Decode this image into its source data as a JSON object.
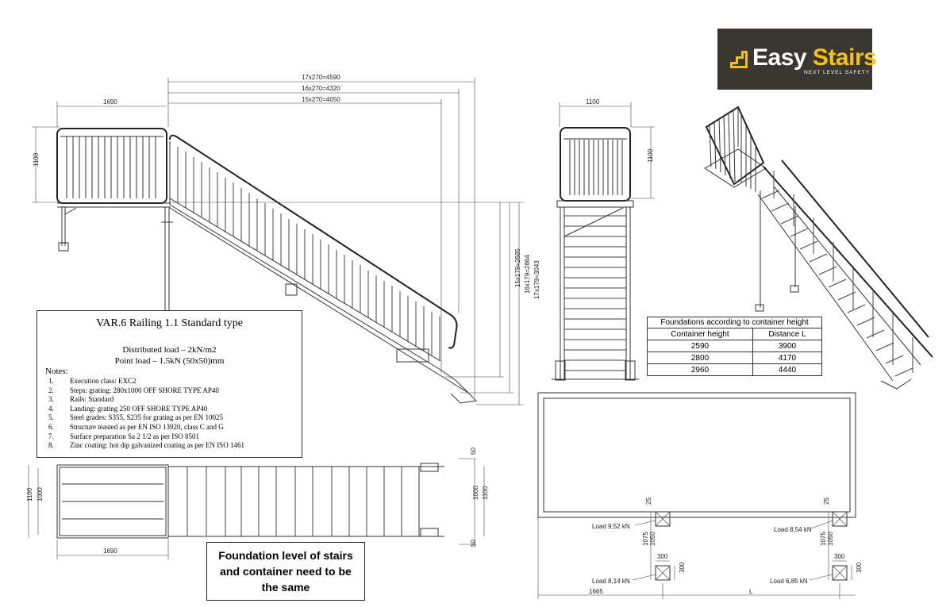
{
  "logo": {
    "word1": "Easy",
    "word2": "Stairs",
    "tagline": "NEXT LEVEL SAFETY",
    "accent": "#f4c21a",
    "bg": "#3a3631"
  },
  "side_view": {
    "dim_17": "17x270=4590",
    "dim_16": "16x270=4320",
    "dim_15": "15x270=4050",
    "dim_landing": "1690",
    "dim_height": "1100",
    "dim_v15": "15x179=2685",
    "dim_v16": "16x179=2864",
    "dim_v17": "17x179=3043"
  },
  "front_view": {
    "dim_width": "1100",
    "dim_height": "1100"
  },
  "notes": {
    "title": "VAR.6 Railing 1.1 Standard  type",
    "load_distributed": "Distributed load – 2kN/m2",
    "load_point": "Point load – 1.5kN (50x50)mm",
    "label": "Notes:",
    "items": [
      {
        "num": "1.",
        "text": "Execution class: EXC2"
      },
      {
        "num": "2.",
        "text": "Steps: grating: 280x1000 OFF SHORE TYPE AP40"
      },
      {
        "num": "3.",
        "text": "Rails: Standard"
      },
      {
        "num": "4.",
        "text": "Landing: grating 250 OFF SHORE TYPE AP40"
      },
      {
        "num": "5.",
        "text": "Steel grades: S355, S235 for grating as per EN 10025"
      },
      {
        "num": "6.",
        "text": "Structure teasted as per EN ISO 13920, class C and G"
      },
      {
        "num": "7.",
        "text": "Surface preparation Sa 2 1/2 as per ISO 8501"
      },
      {
        "num": "8.",
        "text": "Zinc coating: hot dip galvanized coating as per EN ISO 1461"
      }
    ]
  },
  "plan_view": {
    "dim_1100": "1100",
    "dim_1000": "1000",
    "dim_1000_r": "1000",
    "dim_1100_r": "1100",
    "dim_50a": "50",
    "dim_50b": "50",
    "dim_1690": "1690"
  },
  "foundation_note": {
    "line1": "Foundation level of stairs",
    "line2": "and container need to be",
    "line3": "the same"
  },
  "table": {
    "title": "Foundations according to container height",
    "headers": [
      "Container height",
      "Distance L"
    ],
    "rows": [
      [
        "2590",
        "3900"
      ],
      [
        "2800",
        "4170"
      ],
      [
        "2960",
        "4440"
      ]
    ]
  },
  "container_plan": {
    "load_tl": "Load 9,52 kN",
    "load_tr": "Load 8,54 kN",
    "load_bl": "Load 8,14 kN",
    "load_br": "Load 6,85 kN",
    "dim_25a": "25",
    "dim_25b": "25",
    "dim_1075a": "1075",
    "dim_1050a": "1050",
    "dim_1075b": "1075",
    "dim_1050b": "1050",
    "dim_300a": "300",
    "dim_300b": "300",
    "dim_300c": "300",
    "dim_300d": "300",
    "dim_1665": "1665",
    "dim_L": "L"
  }
}
